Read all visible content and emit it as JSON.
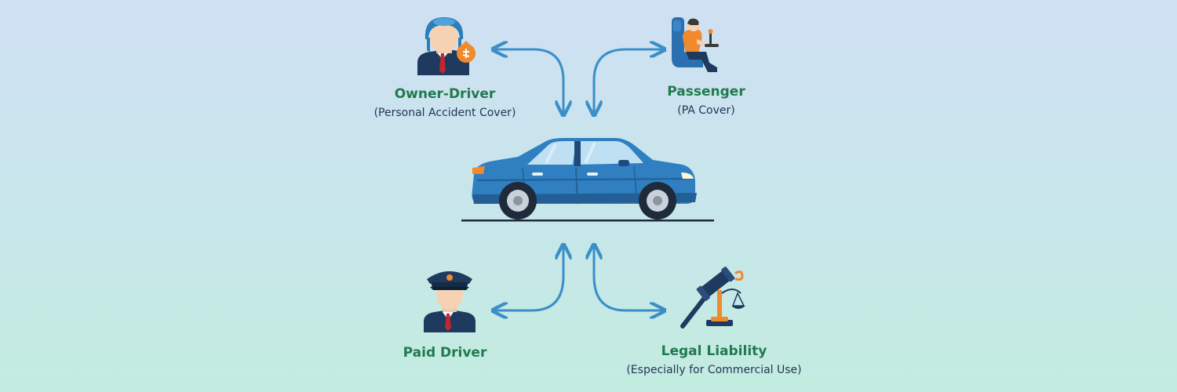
{
  "diagram": {
    "nodes": {
      "owner_driver": {
        "title": "Owner-Driver",
        "subtitle": "(Personal Accident Cover)",
        "icon": "helmet-driver-icon"
      },
      "passenger": {
        "title": "Passenger",
        "subtitle": "(PA Cover)",
        "icon": "seated-passenger-icon"
      },
      "paid_driver": {
        "title": "Paid Driver",
        "icon": "chauffeur-icon"
      },
      "legal_liability": {
        "title": "Legal Liability",
        "subtitle": "(Especially for Commercial Use)",
        "icon": "gavel-scale-icon"
      }
    },
    "center": {
      "icon": "blue-sedan-car-icon"
    },
    "colors": {
      "arrow": "#3a8fc8",
      "title": "#1f7a4d",
      "subtitle": "#1f3556",
      "car": "#2f7fc1",
      "accent_orange": "#f08a2c",
      "uniform_navy": "#1f3a5f"
    }
  }
}
